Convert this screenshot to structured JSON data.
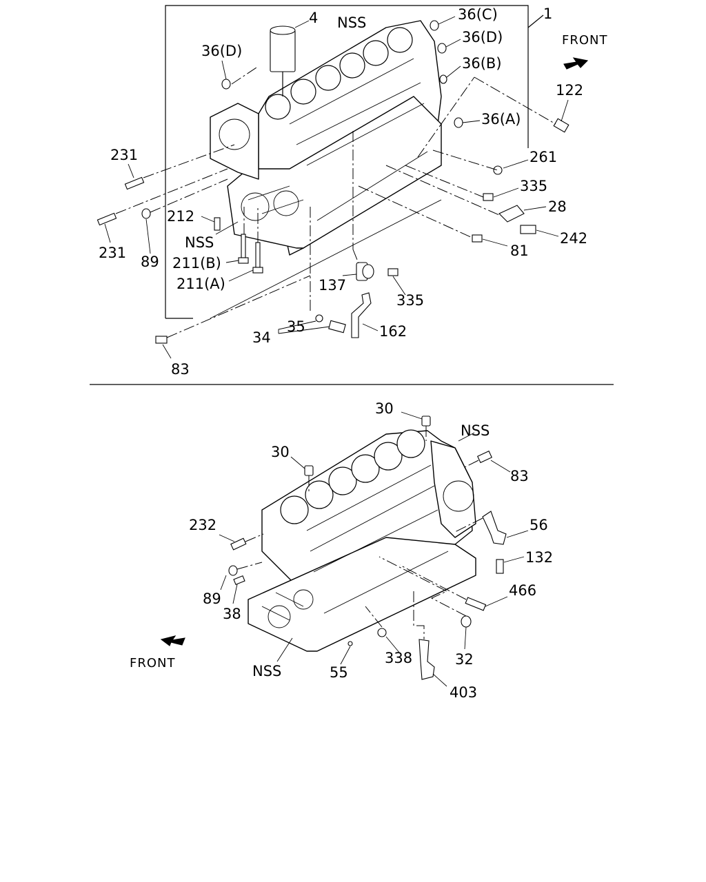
{
  "upper_view": {
    "front_label": "FRONT",
    "callouts": {
      "p1": "1",
      "p4": "4",
      "nss_top": "NSS",
      "p36c": "36(C)",
      "p36d_right": "36(D)",
      "p36d_left": "36(D)",
      "p36b": "36(B)",
      "p36a": "36(A)",
      "p122": "122",
      "p261": "261",
      "p335_upper": "335",
      "p28": "28",
      "p242": "242",
      "p81": "81",
      "p231_upper": "231",
      "p231_lower": "231",
      "p212": "212",
      "nss_left": "NSS",
      "p89": "89",
      "p211b": "211(B)",
      "p211a": "211(A)",
      "p137": "137",
      "p335_lower": "335",
      "p35": "35",
      "p34": "34",
      "p162": "162",
      "p83": "83"
    }
  },
  "lower_view": {
    "front_label": "FRONT",
    "callouts": {
      "p30_top": "30",
      "nss_top": "NSS",
      "p30_left": "30",
      "p83": "83",
      "p232": "232",
      "p56": "56",
      "p132": "132",
      "p89": "89",
      "p466": "466",
      "p38": "38",
      "p32": "32",
      "p338": "338",
      "nss_bottom": "NSS",
      "p55": "55",
      "p403": "403"
    }
  }
}
